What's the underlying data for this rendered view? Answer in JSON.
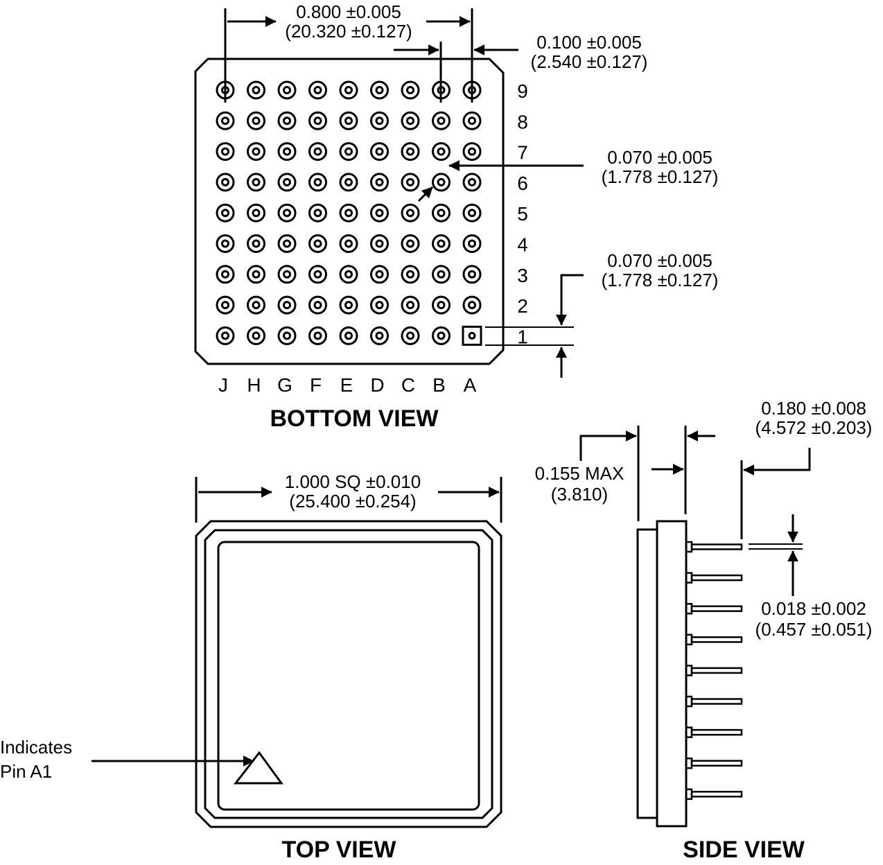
{
  "bottom_view": {
    "title": "BOTTOM VIEW",
    "columns": [
      "J",
      "H",
      "G",
      "F",
      "E",
      "D",
      "C",
      "B",
      "A"
    ],
    "rows": [
      "9",
      "8",
      "7",
      "6",
      "5",
      "4",
      "3",
      "2",
      "1"
    ],
    "pin_count": 81,
    "pin_a1_marker": "square-pad",
    "dim_row_span": {
      "inch": "0.800 ±0.005",
      "mm": "(20.320 ±0.127)"
    },
    "dim_pitch": {
      "inch": "0.100 ±0.005",
      "mm": "(2.540  ±0.127)"
    },
    "dim_pad_diameter": {
      "inch": "0.070 ±0.005",
      "mm": "(1.778  ±0.127)"
    },
    "dim_pad_height": {
      "inch": "0.070 ±0.005",
      "mm": "(1.778  ±0.127)"
    }
  },
  "top_view": {
    "title": "TOP VIEW",
    "dim_size": {
      "inch": "1.000 SQ ±0.010",
      "mm": "(25.400 ±0.254)"
    },
    "pin_a1_note": [
      "Indicates",
      "Pin A1"
    ],
    "marker_icon": "triangle-icon"
  },
  "side_view": {
    "title": "SIDE VIEW",
    "lead_count": 9,
    "dim_body_height": {
      "inch": "0.155 MAX",
      "mm": "(3.810)"
    },
    "dim_lead_length": {
      "inch": "0.180 ±0.008",
      "mm": "(4.572  ±0.203)"
    },
    "dim_lead_diameter": {
      "inch": "0.018 ±0.002",
      "mm": "(0.457  ±0.051)"
    }
  }
}
